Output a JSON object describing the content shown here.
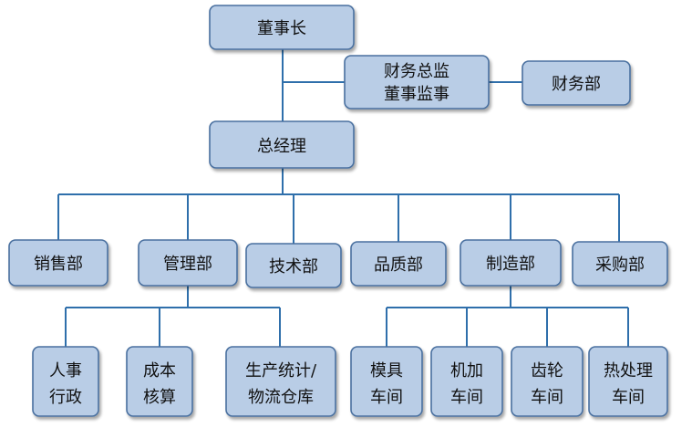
{
  "org": {
    "chairman": "董事长",
    "finance_director": [
      "财务总监",
      "董事监事"
    ],
    "finance_dept": "财务部",
    "general_manager": "总经理",
    "departments": {
      "sales": "销售部",
      "management": "管理部",
      "technology": "技术部",
      "quality": "品质部",
      "manufacturing": "制造部",
      "purchasing": "采购部"
    },
    "management_units": {
      "hr_admin": [
        "人事",
        "行政"
      ],
      "cost_accounting": [
        "成本",
        "核算"
      ],
      "production_logistics": [
        "生产统计/",
        "物流仓库"
      ]
    },
    "manufacturing_units": {
      "mold": [
        "模具",
        "车间"
      ],
      "machining": [
        "机加",
        "车间"
      ],
      "gear": [
        "齿轮",
        "车间"
      ],
      "heat_treatment": [
        "热处理",
        "车间"
      ]
    }
  }
}
